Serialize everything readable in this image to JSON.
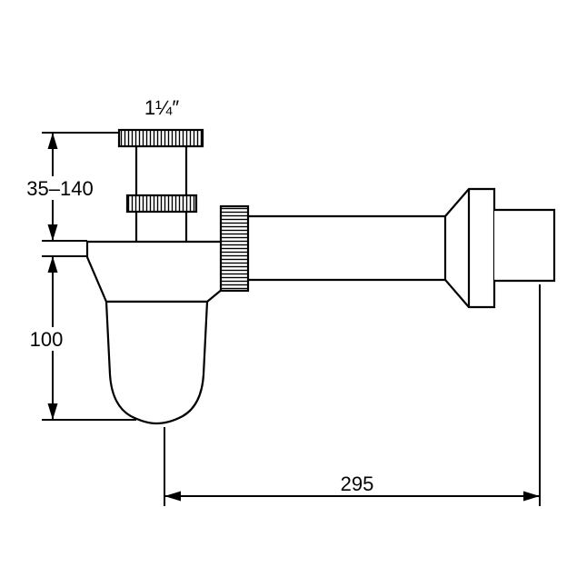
{
  "drawing": {
    "type": "technical-dimension-drawing",
    "subject": "bottle-trap siphon, side elevation with dimensions",
    "labels": {
      "inlet_size": "1¼″",
      "inlet_height_range": "35–140",
      "trap_height": "100",
      "outlet_length": "295"
    },
    "colors": {
      "line": "#000000",
      "background": "#ffffff"
    }
  }
}
